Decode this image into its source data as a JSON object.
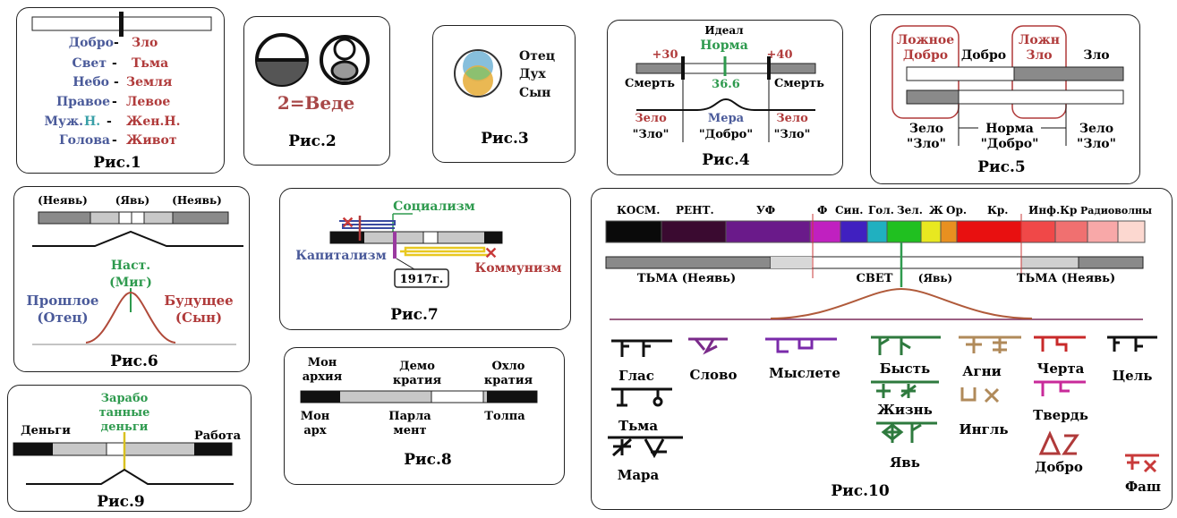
{
  "colors": {
    "blue": "#4a5a9a",
    "red": "#b03a3a",
    "green": "#2e9a4e",
    "teal": "#3aa0a8",
    "dark": "#111111",
    "gray": "#8a8a8a",
    "lgray": "#c8c8c8"
  },
  "fig1": {
    "caption": "Рис.1",
    "pairs": [
      {
        "left": "Добро",
        "right": "Зло"
      },
      {
        "left": "Свет",
        "right": "Тьма"
      },
      {
        "left": "Небо",
        "right": "Земля"
      },
      {
        "left": "Правое",
        "right": "Левое"
      },
      {
        "left_a": "Муж.",
        "left_b": "Н.",
        "right": "Жен.Н."
      },
      {
        "left": "Голова",
        "right": "Живот"
      }
    ]
  },
  "fig2": {
    "caption": "Рис.2",
    "label": "2=Веде"
  },
  "fig3": {
    "caption": "Рис.3",
    "labels": [
      "Отец",
      "Дух",
      "Сын"
    ]
  },
  "fig4": {
    "caption": "Рис.4",
    "ideal": "Идеал",
    "norm": "Норма",
    "plus30": "+30",
    "plus40": "+40",
    "temp": "36.6",
    "death": "Смерть",
    "evil": "Зело",
    "evil_q": "\"Зло\"",
    "measure": "Мера",
    "good_q": "\"Добро\""
  },
  "fig5": {
    "caption": "Рис.5",
    "false_good": "Ложное Добро",
    "good": "Добро",
    "false_evil": "Ложн Зло",
    "evil": "Зло",
    "zelo": "Зело",
    "evil_q": "\"Зло\"",
    "norm": "Норма",
    "good_q": "\"Добро\""
  },
  "fig6": {
    "caption": "Рис.6",
    "nonrev": "(Неявь)",
    "rev": "(Явь)",
    "now1": "Наст.",
    "now2": "(Миг)",
    "past1": "Прошлое",
    "past2": "(Отец)",
    "future1": "Будущее",
    "future2": "(Сын)"
  },
  "fig7": {
    "caption": "Рис.7",
    "socialism": "Социализм",
    "capitalism": "Капитализм",
    "communism": "Коммунизм",
    "year": "1917г."
  },
  "fig8": {
    "caption": "Рис.8",
    "mon1": "Мон",
    "mon2": "архия",
    "demo1": "Демо",
    "demo2": "кратия",
    "ochlo1": "Охло",
    "ochlo2": "кратия",
    "monb1": "Мон",
    "monb2": "арх",
    "parl1": "Парла",
    "parl2": "мент",
    "crowd": "Толпа"
  },
  "fig9": {
    "caption": "Рис.9",
    "money": "Деньги",
    "earned1": "Зарабо",
    "earned2": "танные",
    "earned3": "деньги",
    "work": "Работа"
  },
  "fig10": {
    "caption": "Рис.10",
    "spectrum": [
      "КОСМ.",
      "РЕНТ.",
      "УФ",
      "Ф",
      "Син.",
      "Гол.",
      "Зел.",
      "Ж",
      "Ор.",
      "Кр.",
      "Инф.Кр",
      "Радиоволны"
    ],
    "darkness": "ТЬМА (Неявь)",
    "light": "СВЕТ",
    "rev": "(Явь)",
    "glyphs": [
      "Глас",
      "Слово",
      "Мыслете",
      "Бысть",
      "Агни",
      "Черта",
      "Цель",
      "Тьма",
      "Жизнь",
      "Твердь",
      "Ингль",
      "Мара",
      "Явь",
      "Добро",
      "Фаш"
    ]
  }
}
